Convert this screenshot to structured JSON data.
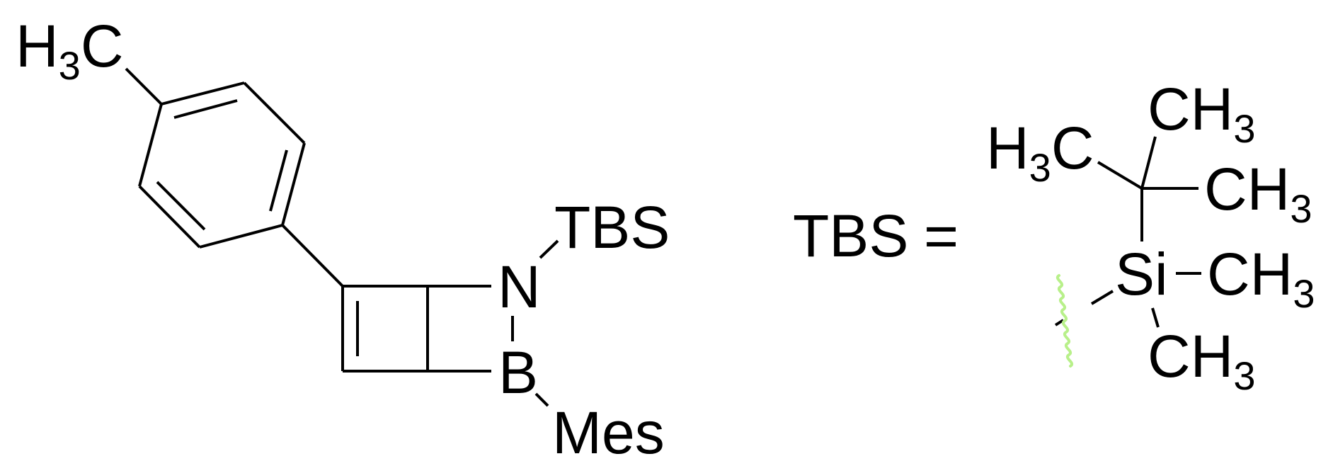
{
  "molecule": {
    "methyl_group": {
      "main": "H",
      "sub": "3",
      "tail": "C"
    },
    "nitrogen": "N",
    "boron": "B",
    "n_substituent": "TBS",
    "b_substituent": "Mes"
  },
  "definition": {
    "label": "TBS",
    "equals": "="
  },
  "tbs_group": {
    "tl_methyl": {
      "main": "H",
      "sub": "3",
      "tail": "C"
    },
    "top_methyl": {
      "main": "CH",
      "sub": "3"
    },
    "right_methyl": {
      "main": "CH",
      "sub": "3"
    },
    "silicon": "Si",
    "si_methyl_right": {
      "main": "CH",
      "sub": "3"
    },
    "si_methyl_bottom": {
      "main": "CH",
      "sub": "3"
    }
  },
  "colors": {
    "nitrogen": "#2433f0",
    "boron": "#e040e8",
    "silicon": "#4a7a1f",
    "attachment_wavy": "#b8f08a",
    "bond": "#000000"
  }
}
